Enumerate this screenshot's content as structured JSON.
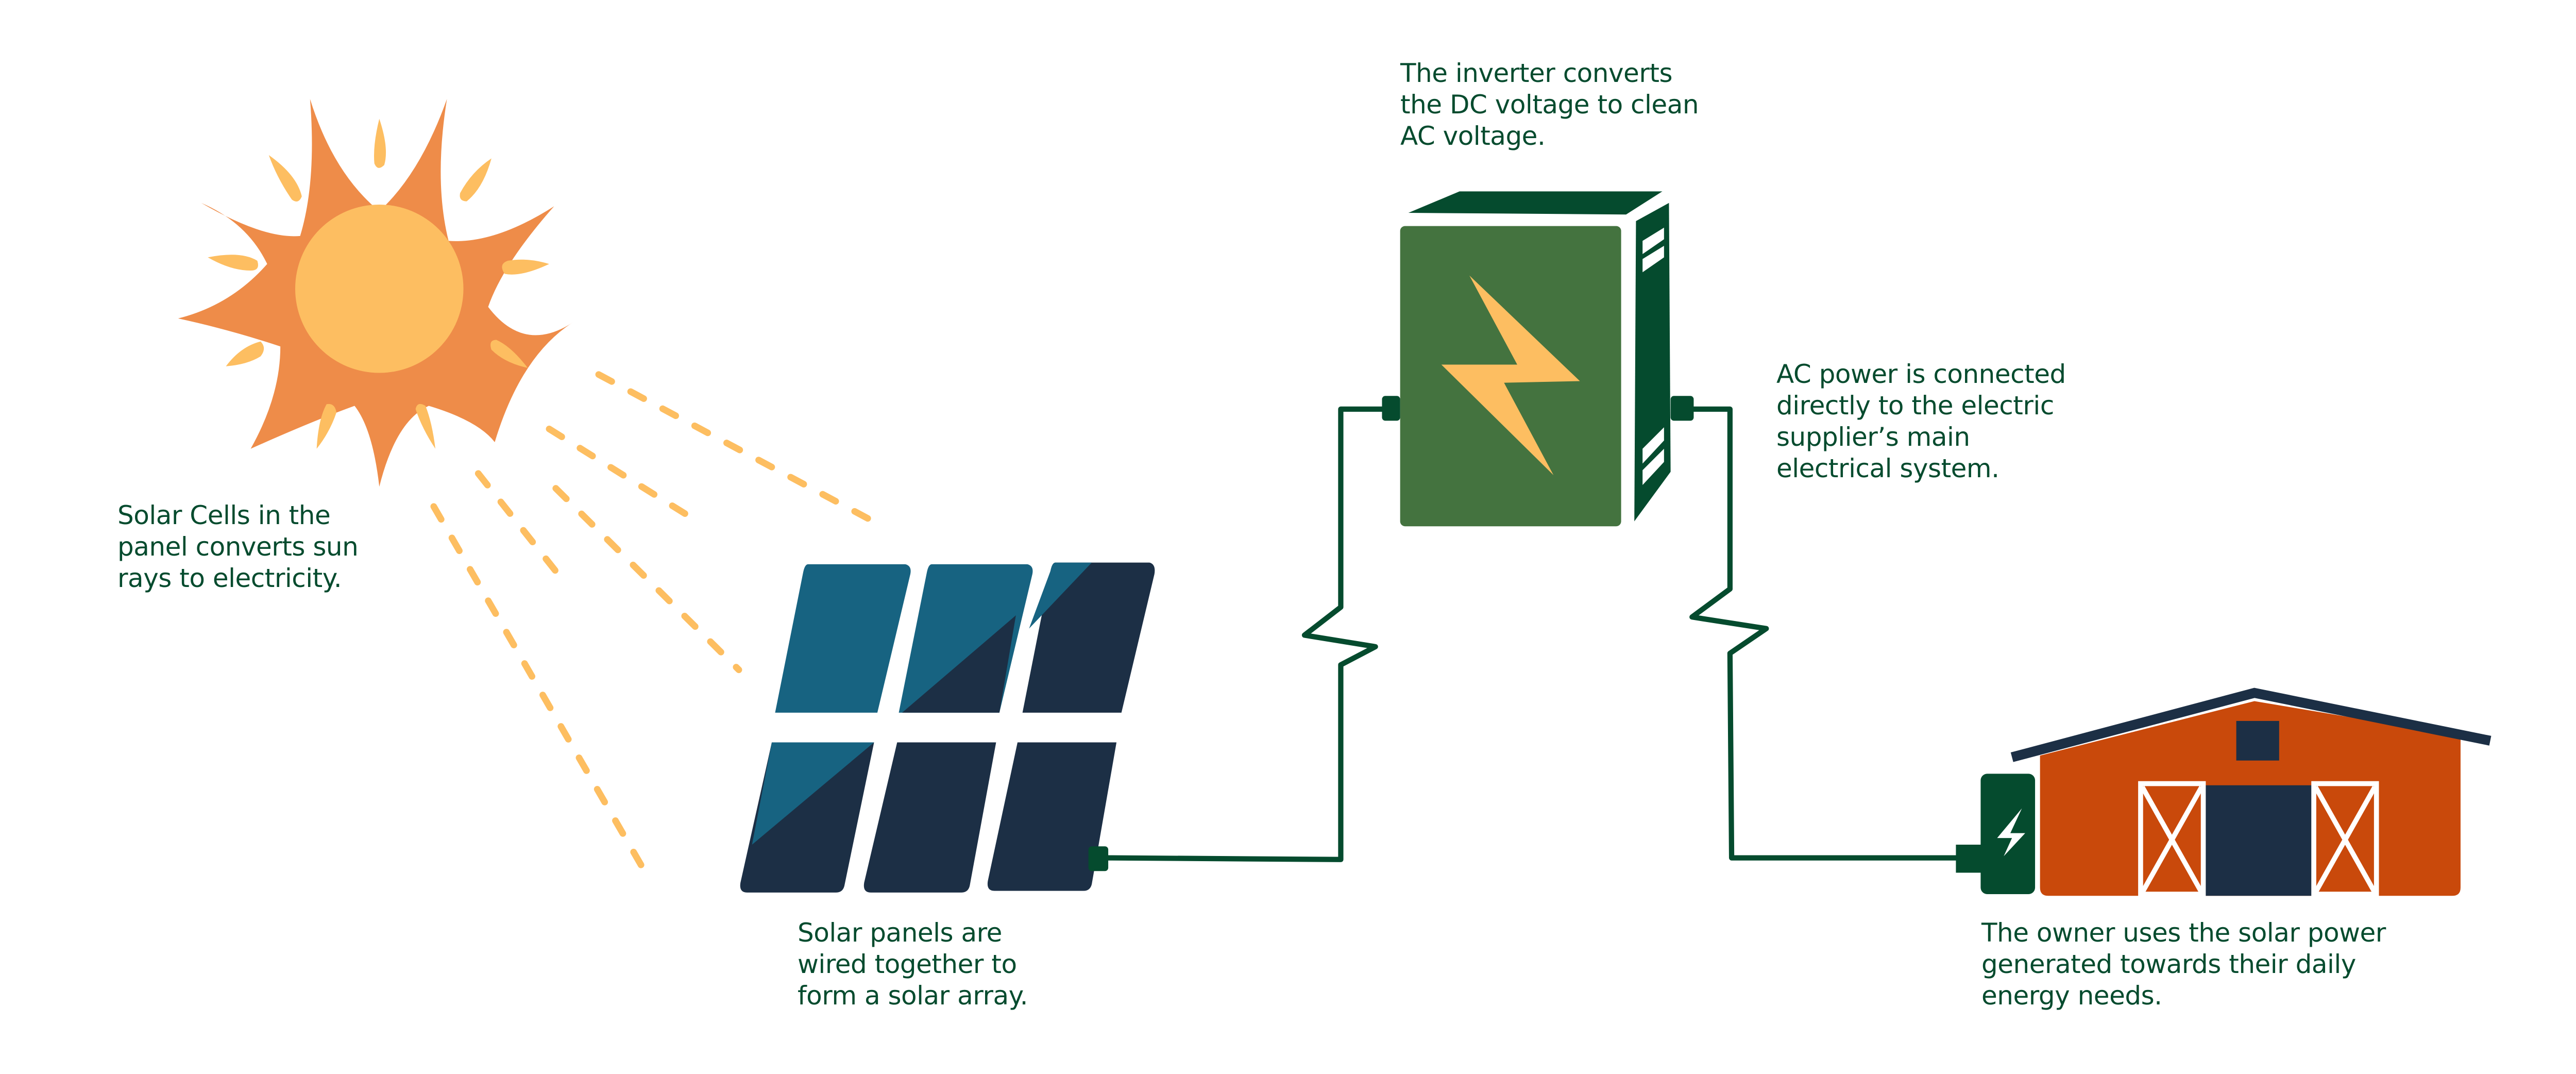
{
  "title": "How a solar power system works",
  "colors": {
    "text": "#054b2e",
    "sun_outer": "#ee8c49",
    "sun_inner": "#fdbe61",
    "sun_rays": "#fdbe61",
    "panel_light": "#176381",
    "panel_dark": "#1c2f45",
    "inverter_front": "#44733f",
    "inverter_dark": "#054b2e",
    "bolt": "#fdbe61",
    "wire": "#054b2e",
    "house_wall": "#c9490b",
    "house_roof": "#1c2f45",
    "house_door": "#1c2f45",
    "meter": "#054b2e"
  },
  "captions": {
    "sun": {
      "lines": [
        "Solar Cells in the",
        "panel converts sun",
        "rays to electricity."
      ]
    },
    "panels": {
      "lines": [
        "Solar panels are",
        "wired together to",
        "form a solar array."
      ]
    },
    "inverter": {
      "lines": [
        "The inverter converts",
        "the DC voltage to clean",
        "AC voltage."
      ]
    },
    "grid": {
      "lines": [
        "AC power is connected",
        "directly to the electric",
        "supplier’s main",
        "electrical system."
      ]
    },
    "home": {
      "lines": [
        "The owner uses the solar power",
        "generated towards their daily",
        "energy needs."
      ]
    }
  },
  "components": [
    {
      "id": "sun",
      "label": "Sun",
      "icon": "sun-icon"
    },
    {
      "id": "solar-array",
      "label": "Solar panel array",
      "panel_count": 6,
      "icon": "solar-panel-icon"
    },
    {
      "id": "inverter",
      "label": "Inverter",
      "icon": "lightning-bolt-icon"
    },
    {
      "id": "home",
      "label": "Barn / home",
      "icon": "barn-icon"
    },
    {
      "id": "meter",
      "label": "Electric meter",
      "icon": "lightning-bolt-icon"
    }
  ],
  "connections": [
    {
      "from": "sun",
      "to": "solar-array",
      "style": "dashed-rays"
    },
    {
      "from": "solar-array",
      "to": "inverter",
      "style": "wire"
    },
    {
      "from": "inverter",
      "to": "home",
      "style": "wire"
    }
  ]
}
